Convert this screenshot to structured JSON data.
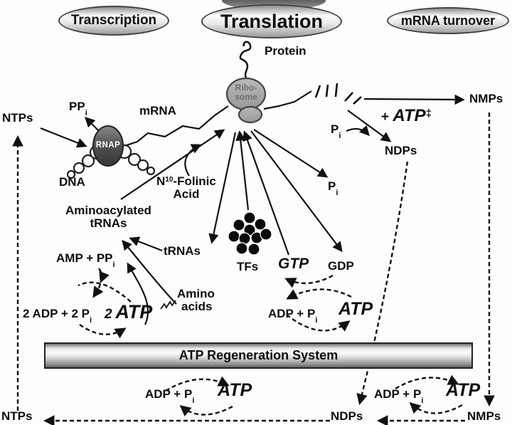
{
  "headers": {
    "transcription": "Transcription",
    "translation": "Translation",
    "mrna_turnover": "mRNA turnover"
  },
  "labels": {
    "protein": "Protein",
    "ribosome_line1": "Ribo-",
    "ribosome_line2": "some",
    "rnap": "RNAP",
    "dna": "DNA",
    "mrna": "mRNA",
    "trnas": "tRNAs",
    "tfs": "TFs",
    "gtp": "GTP",
    "gdp": "GDP",
    "atp_cycle": "ATP",
    "bar": "ATP Regeneration System"
  },
  "nucleotides": {
    "ntps_top": "NTPs",
    "nmps_top": "NMPs",
    "ndps_top": "NDPs",
    "ntps_bottom": "NTPs",
    "ndps_bottom": "NDPs",
    "nmps_bottom": "NMPs"
  },
  "compounds": {
    "ppi": {
      "main": "PP",
      "sub": "i"
    },
    "pi": {
      "main": "P",
      "sub": "i"
    },
    "amp_ppi": {
      "main": "AMP + PP",
      "sub": "i"
    },
    "adp_pi": {
      "main": "ADP + P",
      "sub": "i"
    },
    "two_adp": {
      "main": "2 ADP + 2 P",
      "sub": "i"
    },
    "two_atp": {
      "coef": "2",
      "atp": "ATP"
    },
    "atp_note": {
      "plus": "+",
      "atp": "ATP",
      "dagger": "‡"
    },
    "folinic": {
      "pre": "N",
      "sup": "10",
      "post": "-Folinic",
      "line2": "Acid"
    },
    "aminoacylated": {
      "line1": "Aminoacylated",
      "line2": "tRNAs"
    },
    "amino_acids": {
      "line1": "Amino",
      "line2": "acids"
    }
  },
  "colors": {
    "ink": "#111111",
    "oval_border": "#444444",
    "rnap_fill": "#4f4f4f",
    "ribosome_fill": "#a6a6a6",
    "bar_border": "#222222"
  }
}
